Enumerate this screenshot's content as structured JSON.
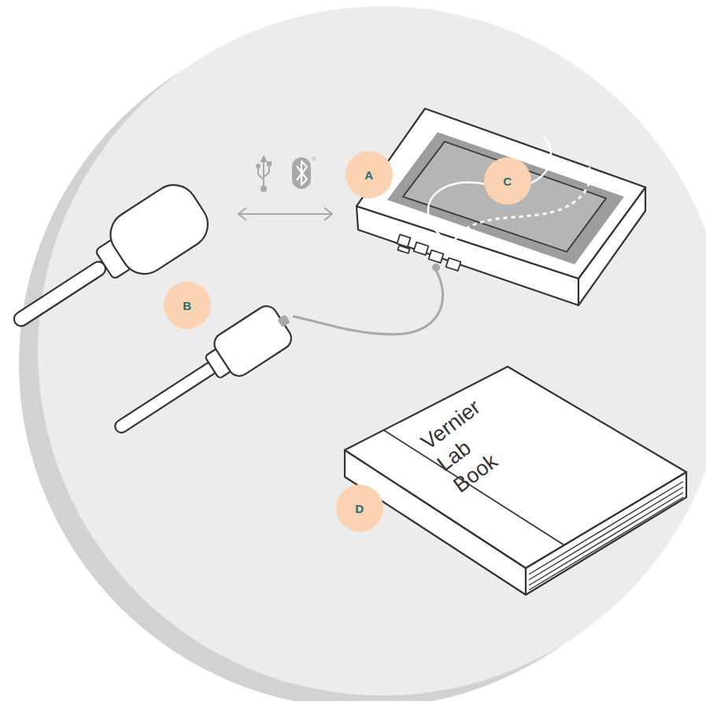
{
  "diagram": {
    "nodes": [
      {
        "text": [
          "A"
        ]
      },
      {
        "text": [
          "C"
        ]
      },
      {
        "text": [
          "B"
        ]
      },
      {
        "text": [
          "D"
        ]
      }
    ],
    "labels": [
      "Vernier Lab Book",
      "®"
    ]
  }
}
